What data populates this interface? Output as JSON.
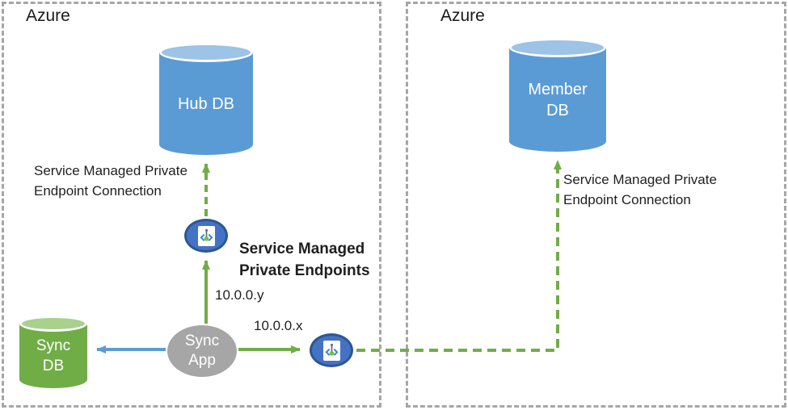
{
  "regions": {
    "left": {
      "label": "Azure"
    },
    "right": {
      "label": "Azure"
    }
  },
  "nodes": {
    "hub_db": {
      "label": "Hub DB",
      "type": "database",
      "color": "#5B9BD5"
    },
    "member_db": {
      "label": "Member\nDB",
      "type": "database",
      "color": "#5B9BD5"
    },
    "sync_db": {
      "label": "Sync\nDB",
      "type": "database",
      "color": "#70AD47"
    },
    "sync_app": {
      "label": "Sync\nApp",
      "type": "application",
      "color": "#A6A6A6"
    },
    "private_endpoint_upper": {
      "icon": "private-endpoint-icon"
    },
    "private_endpoint_right": {
      "icon": "private-endpoint-icon"
    }
  },
  "labels": {
    "left_connection": "Service Managed Private\nEndpoint Connection",
    "right_connection": "Service Managed Private\nEndpoint Connection",
    "endpoints_title": "Service Managed\nPrivate Endpoints",
    "ip_y": "10.0.0.y",
    "ip_x": "10.0.0.x"
  },
  "connections": [
    {
      "from": "sync_app",
      "to": "sync_db",
      "style": "solid",
      "color": "#5B9BD5"
    },
    {
      "from": "sync_app",
      "to": "private_endpoint_right",
      "style": "solid",
      "color": "#70AD47",
      "label": "10.0.0.x"
    },
    {
      "from": "sync_app",
      "to": "private_endpoint_upper",
      "style": "solid",
      "color": "#70AD47",
      "label": "10.0.0.y"
    },
    {
      "from": "private_endpoint_upper",
      "to": "hub_db",
      "style": "dashed",
      "color": "#70AD47"
    },
    {
      "from": "private_endpoint_right",
      "to": "member_db",
      "style": "dashed",
      "color": "#70AD47"
    }
  ],
  "colors": {
    "db_blue": "#5B9BD5",
    "db_blue_top": "#9DC3E6",
    "db_green": "#70AD47",
    "db_green_top": "#A9D18E",
    "app_gray": "#A6A6A6",
    "endpoint_fill": "#4472C4",
    "endpoint_border": "#2E5693",
    "arrow_green": "#70AD47",
    "arrow_blue": "#5B9BD5",
    "region_border": "#A6A6A6"
  }
}
